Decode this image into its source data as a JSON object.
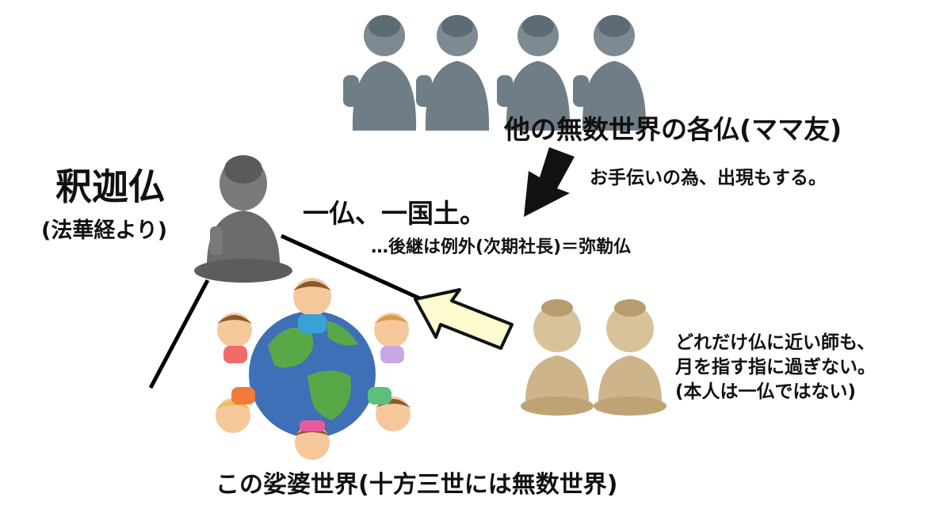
{
  "diagram": {
    "other_buddhas_label": "他の無数世界の各仏(ママ友)",
    "help_note": "お手伝いの為、出現もする。",
    "shakyamuni_name": "釈迦仏",
    "shakyamuni_source": "(法華経より)",
    "one_buddha_one_land": "一仏、一国土。",
    "successor_note": "…後継は例外(次期社長)＝弥勒仏",
    "teachers_note_line1": "どれだけ仏に近い師も、",
    "teachers_note_line2": "月を指す指に過ぎない。",
    "teachers_note_line3": "(本人は一仏ではない)",
    "saha_world_label": "この娑婆世界(十方三世には無数世界)"
  },
  "colors": {
    "grey_statue": "#6f7d86",
    "grey_statue_dark": "#4f5c65",
    "buddha_stone": "#6b6b6b",
    "monk_tan": "#cdb48a",
    "arrow_black": "#111111",
    "arrow_pale_yellow": "#fdfbcf",
    "earth_ocean": "#3f6fb6",
    "earth_land": "#58a847"
  }
}
